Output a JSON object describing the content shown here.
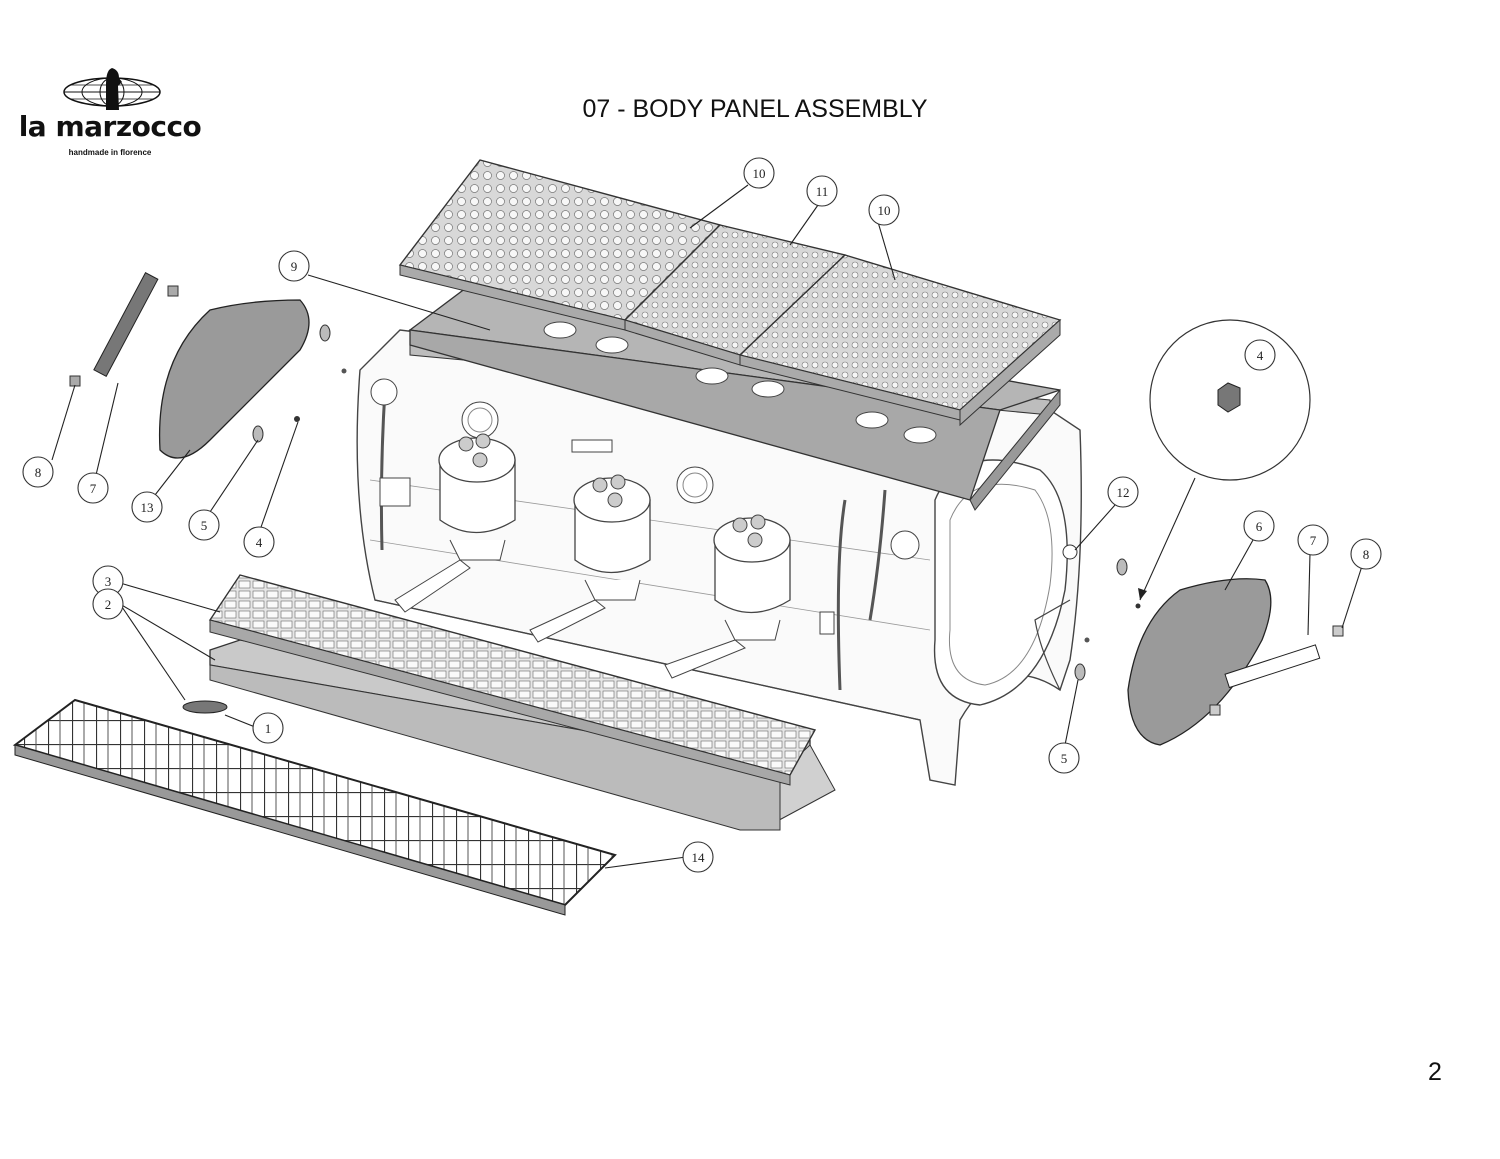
{
  "brand": {
    "name": "la marzocco",
    "tagline": "handmade in florence"
  },
  "title": "07 - BODY PANEL ASSEMBLY",
  "page_number": "2",
  "callouts": [
    "1",
    "2",
    "3",
    "4",
    "4",
    "5",
    "5",
    "6",
    "7",
    "7",
    "8",
    "8",
    "9",
    "10",
    "10",
    "11",
    "12",
    "13",
    "14"
  ]
}
